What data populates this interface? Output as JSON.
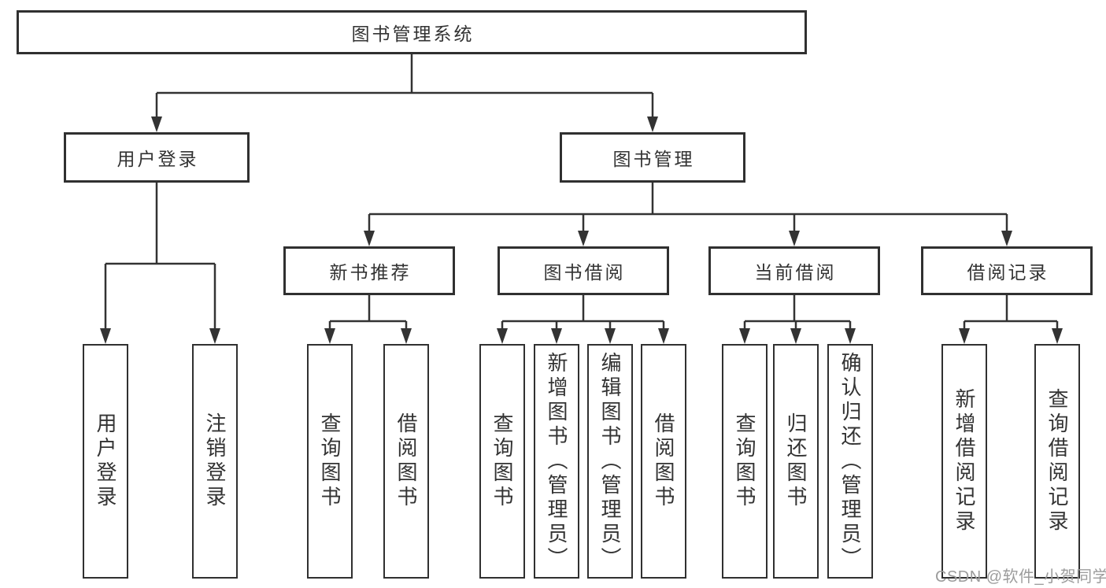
{
  "nodes": {
    "root": "图书管理系统",
    "l2": [
      "用户登录",
      "图书管理"
    ],
    "l3": [
      "新书推荐",
      "图书借阅",
      "当前借阅",
      "借阅记录"
    ],
    "leaves_login": [
      "用户登录",
      "注销登录"
    ],
    "leaves_newbooks": [
      "查询图书",
      "借阅图书"
    ],
    "leaves_borrow": [
      "查询图书",
      "新增图书（管理员）",
      "编辑图书（管理员）",
      "借阅图书"
    ],
    "leaves_current": [
      "查询图书",
      "归还图书",
      "确认归还（管理员）"
    ],
    "leaves_records": [
      "新增借阅记录",
      "查询借阅记录"
    ]
  },
  "watermark": "CSDN @软件_小贺同学",
  "colors": {
    "line": "#333333",
    "border": "#303030",
    "text": "#333333",
    "watermark": "#9c9c9c",
    "background": "#ffffff"
  }
}
